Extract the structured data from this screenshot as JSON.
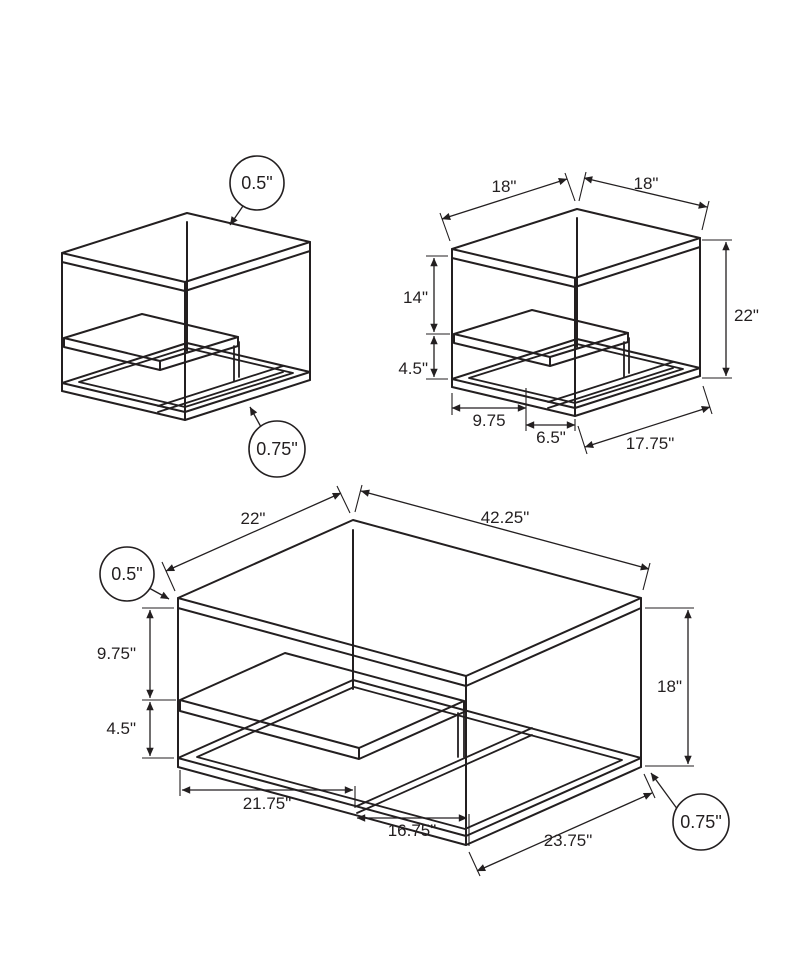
{
  "diagram": {
    "title": "3-piece table set dimension drawing",
    "line_color": "#231f20",
    "background": "#ffffff",
    "end_table": {
      "callout_top_thickness": "0.5\"",
      "callout_frame_thickness": "0.75\""
    },
    "end_table_dimensioned": {
      "top_depth": "18\"",
      "top_width": "18\"",
      "top_to_shelf": "14\"",
      "shelf_to_base": "4.5\"",
      "overall_height": "22\"",
      "base_segment_a": "9.75",
      "base_segment_b": "6.5\"",
      "base_width": "17.75\""
    },
    "coffee_table": {
      "top_depth": "22\"",
      "top_width": "42.25\"",
      "callout_top_thickness": "0.5\"",
      "top_to_shelf": "9.75\"",
      "shelf_to_base": "4.5\"",
      "overall_height": "18\"",
      "base_segment_a": "21.75\"",
      "base_segment_b": "16.75\"",
      "base_depth": "23.75\"",
      "callout_frame_thickness": "0.75\""
    }
  }
}
